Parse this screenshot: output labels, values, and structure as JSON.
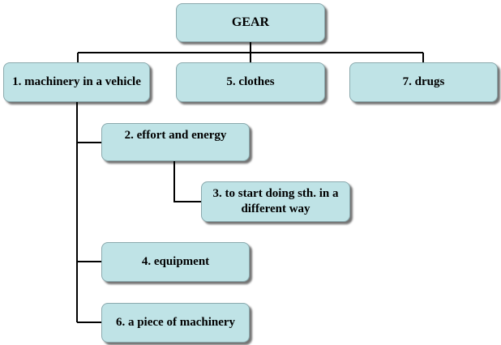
{
  "diagram": {
    "root": {
      "label": "GEAR"
    },
    "nodes": [
      {
        "id": "n1",
        "label": "1. machinery in a vehicle"
      },
      {
        "id": "n5",
        "label": "5. clothes"
      },
      {
        "id": "n7",
        "label": "7. drugs"
      },
      {
        "id": "n2",
        "label": "2. effort and energy"
      },
      {
        "id": "n3",
        "label": "3. to start doing sth. in a  different way"
      },
      {
        "id": "n4",
        "label": "4. equipment"
      },
      {
        "id": "n6",
        "label": "6. a piece of machinery"
      }
    ],
    "edges": [
      [
        "root",
        "n1"
      ],
      [
        "root",
        "n5"
      ],
      [
        "root",
        "n7"
      ],
      [
        "n1",
        "n2"
      ],
      [
        "n2",
        "n3"
      ],
      [
        "n1",
        "n4"
      ],
      [
        "n1",
        "n6"
      ]
    ],
    "colors": {
      "node_fill": "#bfe3e6",
      "connector": "#000000"
    }
  }
}
